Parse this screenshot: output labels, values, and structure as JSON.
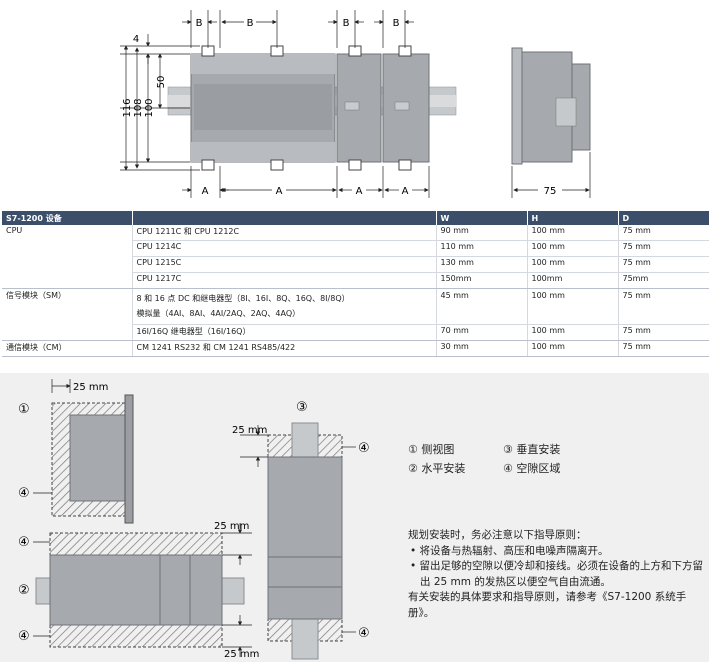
{
  "top_drawing": {
    "labels_b": [
      "B",
      "B",
      "B",
      "B"
    ],
    "labels_a": [
      "A",
      "A",
      "A",
      "A"
    ],
    "dim_4": "4",
    "dim_50": "50",
    "dim_100": "100",
    "dim_108": "108",
    "dim_116": "116",
    "dim_75": "75"
  },
  "table": {
    "headers": [
      "S7-1200 设备",
      "",
      "W",
      "H",
      "D"
    ],
    "rows": [
      {
        "category": "CPU",
        "device": "CPU 1211C 和 CPU 1212C",
        "w": "90 mm",
        "h": "100 mm",
        "d": "75 mm"
      },
      {
        "category": "",
        "device": "CPU 1214C",
        "w": "110 mm",
        "h": "100 mm",
        "d": "75 mm"
      },
      {
        "category": "",
        "device": "CPU 1215C",
        "w": "130 mm",
        "h": "100 mm",
        "d": "75 mm"
      },
      {
        "category": "",
        "device": "CPU 1217C",
        "w": "150mm",
        "h": "100mm",
        "d": "75mm"
      },
      {
        "category": "信号模块（SM）",
        "device": "8 和 16 点 DC 和继电器型（8I、16I、8Q、16Q、8I/8Q）",
        "device2": "模拟量（4AI、8AI、4AI/2AQ、2AQ、4AQ）",
        "w": "45 mm",
        "h": "100 mm",
        "d": "75 mm"
      },
      {
        "category": "",
        "device": "16I/16Q 继电器型（16I/16Q）",
        "w": "70 mm",
        "h": "100 mm",
        "d": "75 mm"
      },
      {
        "category": "通信模块（CM）",
        "device": "CM 1241 RS232 和 CM 1241 RS485/422",
        "w": "30 mm",
        "h": "100 mm",
        "d": "75 mm"
      }
    ]
  },
  "bottom_drawing": {
    "marker_1": "①",
    "marker_2": "②",
    "marker_3": "③",
    "marker_4": "④",
    "dim_25mm": "25 mm"
  },
  "legend": {
    "item1": "① 侧视图",
    "item2": "② 水平安装",
    "item3": "③ 垂直安装",
    "item4": "④ 空隙区域"
  },
  "notes": {
    "intro": "规划安装时，务必注意以下指导原则：",
    "bullet1": "• 将设备与热辐射、高压和电噪声隔离开。",
    "bullet2": "• 留出足够的空隙以便冷却和接线。必须在设备的上方和下方留出 25 mm 的发热区以便空气自由流通。",
    "footer": "有关安装的具体要求和指导原则，请参考《S7-1200 系统手册》。"
  },
  "colors": {
    "header_bg": "#3b4f6b",
    "device_gray": "#9a9ea3",
    "lower_bg": "#f0f0f0"
  }
}
